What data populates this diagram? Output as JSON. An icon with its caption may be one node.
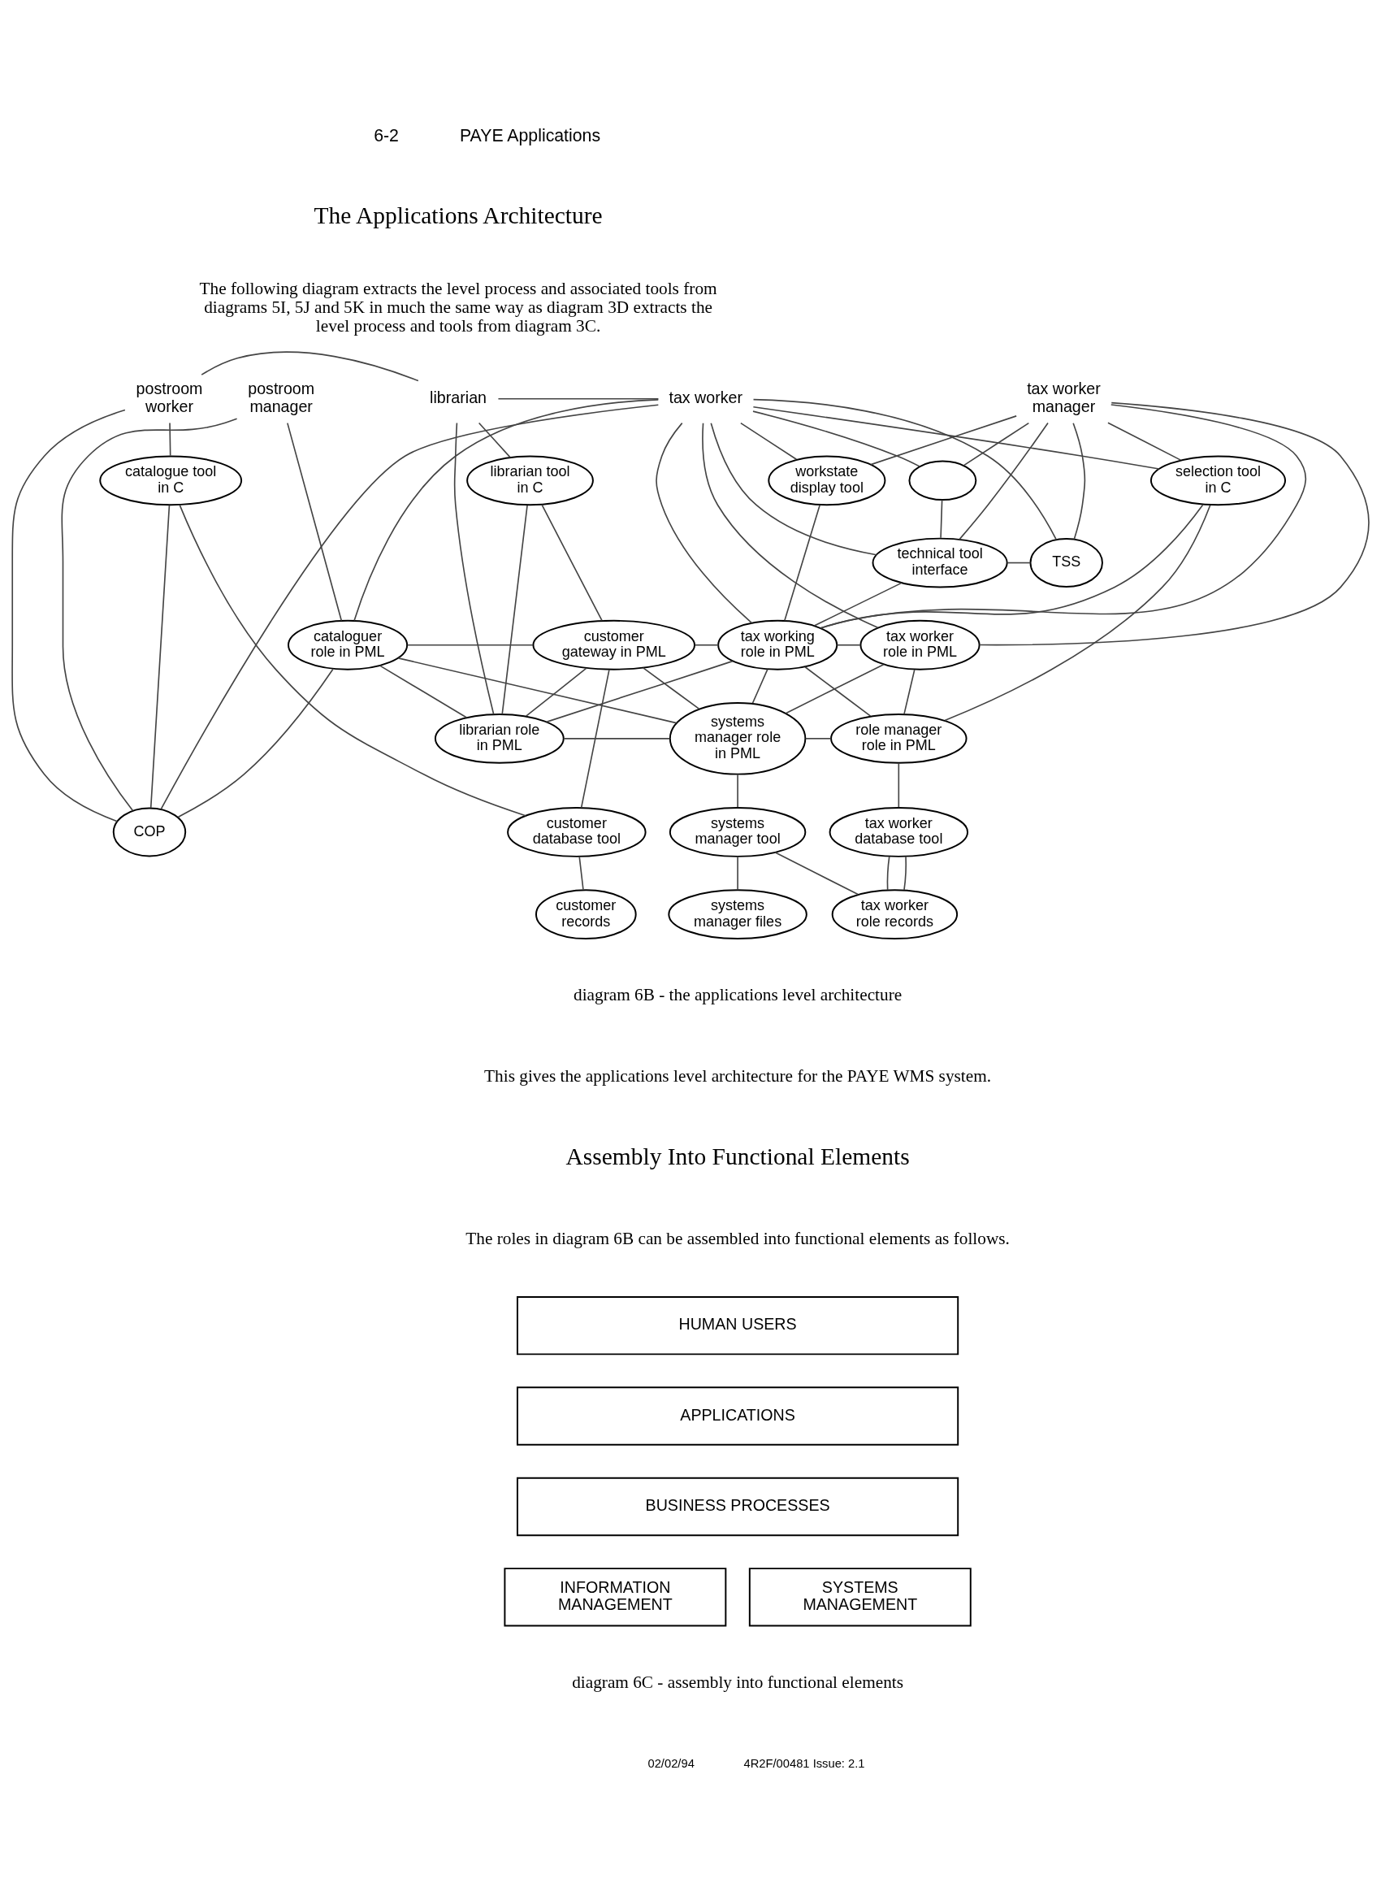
{
  "diagram": {
    "nodes": [
      {
        "text": [
          "postroom worker"
        ]
      },
      {
        "text": [
          "postroom manager"
        ]
      },
      {
        "text": [
          "librarian"
        ]
      },
      {
        "text": [
          "tax worker manager"
        ]
      },
      {
        "text": [
          "tax worker"
        ]
      },
      {
        "text": [
          "catalogue tool in C"
        ]
      },
      {
        "text": [
          "librarian tool in C"
        ]
      },
      {
        "text": [
          "workstate display tool"
        ]
      },
      {
        "text": [],
        "shape": "ellipse"
      },
      {
        "text": [
          "selection tool in C"
        ]
      },
      {
        "text": [
          "TSS"
        ]
      },
      {
        "text": [
          "technical tool interface"
        ]
      },
      {
        "text": [
          "cataloguer role in PML"
        ]
      },
      {
        "text": [
          "customer gateway in PML"
        ]
      },
      {
        "text": [
          "tax working role in PML"
        ]
      },
      {
        "text": [
          "tax worker role in PML"
        ]
      },
      {
        "text": [
          "systems manager role in PML"
        ]
      },
      {
        "text": [
          "role manager role in PML"
        ]
      },
      {
        "text": [
          "librarian role in PML"
        ]
      },
      {
        "text": [
          "COP"
        ]
      },
      {
        "text": [
          "customer database tool"
        ]
      },
      {
        "text": [
          "systems manager tool"
        ]
      },
      {
        "text": [
          "tax worker database tool"
        ]
      },
      {
        "text": [
          "customer records"
        ]
      },
      {
        "text": [
          "systems manager files"
        ]
      },
      {
        "text": [
          "tax worker role records"
        ]
      },
      {
        "text": [
          "HUMAN USERS"
        ]
      },
      {
        "text": [
          "APPLICATIONS"
        ]
      },
      {
        "text": [
          "BUSINESS PROCESSES"
        ]
      },
      {
        "text": [
          "INFORMATION MANAGEMENT"
        ]
      },
      {
        "text": [
          "SYSTEMS MANAGEMENT"
        ]
      }
    ],
    "edges": [
      {
        "from": 0,
        "to": 2,
        "arrow": "none"
      },
      {
        "from": 2,
        "to": 4,
        "arrow": "none"
      },
      {
        "from": 0,
        "to": 5,
        "arrow": "none"
      },
      {
        "from": 0,
        "to": 19,
        "arrow": "none"
      },
      {
        "from": 1,
        "to": 12,
        "arrow": "none"
      },
      {
        "from": 1,
        "to": 19,
        "arrow": "none"
      },
      {
        "from": 2,
        "to": 6,
        "arrow": "none"
      },
      {
        "from": 2,
        "to": 18,
        "arrow": "none"
      },
      {
        "from": 3,
        "to": 7,
        "arrow": "none"
      },
      {
        "from": 3,
        "to": 10,
        "arrow": "none"
      },
      {
        "from": 3,
        "to": 11,
        "arrow": "none"
      },
      {
        "from": 3,
        "to": 14,
        "arrow": "none"
      },
      {
        "from": 3,
        "to": 8,
        "arrow": "none"
      },
      {
        "from": 3,
        "to": 9,
        "arrow": "none"
      },
      {
        "from": 3,
        "to": 15,
        "arrow": "none"
      },
      {
        "from": 4,
        "to": 7,
        "arrow": "none"
      },
      {
        "from": 4,
        "to": 12,
        "arrow": "none"
      },
      {
        "from": 4,
        "to": 19,
        "arrow": "none"
      },
      {
        "from": 4,
        "to": 10,
        "arrow": "none"
      },
      {
        "from": 4,
        "to": 11,
        "arrow": "none"
      },
      {
        "from": 4,
        "to": 8,
        "arrow": "none"
      },
      {
        "from": 4,
        "to": 9,
        "arrow": "none"
      },
      {
        "from": 4,
        "to": 14,
        "arrow": "none"
      },
      {
        "from": 4,
        "to": 15,
        "arrow": "none"
      },
      {
        "from": 5,
        "to": 19,
        "arrow": "none"
      },
      {
        "from": 5,
        "to": 20,
        "arrow": "none"
      },
      {
        "from": 6,
        "to": 18,
        "arrow": "none"
      },
      {
        "from": 6,
        "to": 13,
        "arrow": "none"
      },
      {
        "from": 7,
        "to": 14,
        "arrow": "none"
      },
      {
        "from": 8,
        "to": 11,
        "arrow": "none"
      },
      {
        "from": 10,
        "to": 11,
        "arrow": "none"
      },
      {
        "from": 9,
        "to": 14,
        "arrow": "none"
      },
      {
        "from": 9,
        "to": 17,
        "arrow": "none"
      },
      {
        "from": 11,
        "to": 14,
        "arrow": "none"
      },
      {
        "from": 12,
        "to": 13,
        "arrow": "none"
      },
      {
        "from": 12,
        "to": 16,
        "arrow": "none"
      },
      {
        "from": 12,
        "to": 18,
        "arrow": "none"
      },
      {
        "from": 12,
        "to": 19,
        "arrow": "none"
      },
      {
        "from": 13,
        "to": 14,
        "arrow": "none"
      },
      {
        "from": 13,
        "to": 16,
        "arrow": "none"
      },
      {
        "from": 13,
        "to": 20,
        "arrow": "none"
      },
      {
        "from": 18,
        "to": 13,
        "arrow": "none"
      },
      {
        "from": 18,
        "to": 14,
        "arrow": "none"
      },
      {
        "from": 18,
        "to": 16,
        "arrow": "none"
      },
      {
        "from": 14,
        "to": 15,
        "arrow": "none"
      },
      {
        "from": 14,
        "to": 16,
        "arrow": "none"
      },
      {
        "from": 14,
        "to": 17,
        "arrow": "none"
      },
      {
        "from": 15,
        "to": 16,
        "arrow": "none"
      },
      {
        "from": 15,
        "to": 17,
        "arrow": "none"
      },
      {
        "from": 16,
        "to": 17,
        "arrow": "none"
      },
      {
        "from": 16,
        "to": 21,
        "arrow": "none"
      },
      {
        "from": 17,
        "to": 22,
        "arrow": "none"
      },
      {
        "from": 20,
        "to": 23,
        "arrow": "none"
      },
      {
        "from": 21,
        "to": 24,
        "arrow": "none"
      },
      {
        "from": 21,
        "to": 25,
        "arrow": "none"
      },
      {
        "from": 22,
        "to": 25,
        "arrow": "none"
      },
      {
        "from": 22,
        "to": 25,
        "arrow": "none"
      }
    ],
    "labels": [
      "6-2",
      "PAYE Applications",
      "The Applications Architecture",
      "The following diagram extracts the level process and associated tools from diagrams 5I, 5J and 5K in much the same way as diagram 3D extracts the level process and tools from diagram 3C.",
      "diagram 6B - the applications level architecture",
      "This gives the applications level architecture for the PAYE WMS system.",
      "Assembly Into Functional Elements",
      "The roles in diagram 6B can be assembled into functional elements as follows.",
      "diagram 6C - assembly into functional elements",
      "02/02/94",
      "4R2F/00481 Issue: 2.1"
    ]
  }
}
